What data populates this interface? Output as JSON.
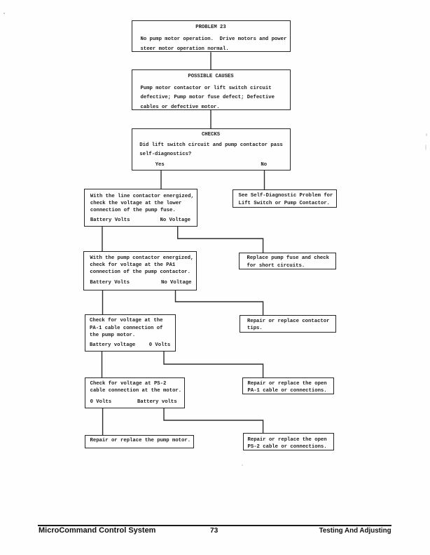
{
  "colors": {
    "ink": "#1c1c1c",
    "paper": "#fefefe"
  },
  "flowchart": {
    "problem": {
      "title": "PROBLEM 23",
      "body": "No pump motor operation.  Drive motors and power\nsteer motor operation normal."
    },
    "possible_causes": {
      "title": "POSSIBLE CAUSES",
      "body": "Pump motor contactor or lift switch circuit\ndefective; Pump motor fuse defect; Defective\ncables or defective motor."
    },
    "checks": {
      "title": "CHECKS",
      "body": "Did lift switch circuit and pump contactor pass\nself-diagnostics?",
      "yes_label": "Yes",
      "no_label": "No"
    },
    "check_fuse": {
      "body": "With the line contactor energized,\ncheck the voltage at the lower\nconnection of the pump fuse.",
      "left_label": "Battery Volts",
      "right_label": "No Voltage"
    },
    "see_self_diagnostic": {
      "body": "See Self-Diagnostic Problem for\nLift Switch or Pump Contactor."
    },
    "check_pa1_contactor": {
      "body": "With the pump contactor energized,\ncheck for voltage at the PA1\nconnection of the pump contactor.",
      "left_label": "Battery Volts",
      "right_label": "No Voltage"
    },
    "replace_fuse": {
      "body": "Replace pump fuse and check\nfor short circuits."
    },
    "check_pa1_motor": {
      "body": "Check for voltage at the\nPA-1 cable connection of\nthe pump motor.",
      "left_label": "Battery voltage",
      "right_label": "0 Volts"
    },
    "repair_contactor_tips": {
      "body": "Repair or replace contactor\ntips."
    },
    "check_ps2": {
      "body": "Check for voltage at PS-2\ncable connection at the motor.",
      "left_label": "0 Volts",
      "right_label": "Battery volts"
    },
    "repair_pa1_cable": {
      "body": "Repair or replace the open\nPA-1 cable or connections."
    },
    "repair_pump_motor": {
      "body": "Repair or replace the pump motor."
    },
    "repair_ps2_cable": {
      "body": "Repair or replace the open\nPS-2 cable or connections."
    }
  },
  "footer": {
    "left": "MicroCommand Control System",
    "page_number": "73",
    "right": "Testing And Adjusting"
  }
}
